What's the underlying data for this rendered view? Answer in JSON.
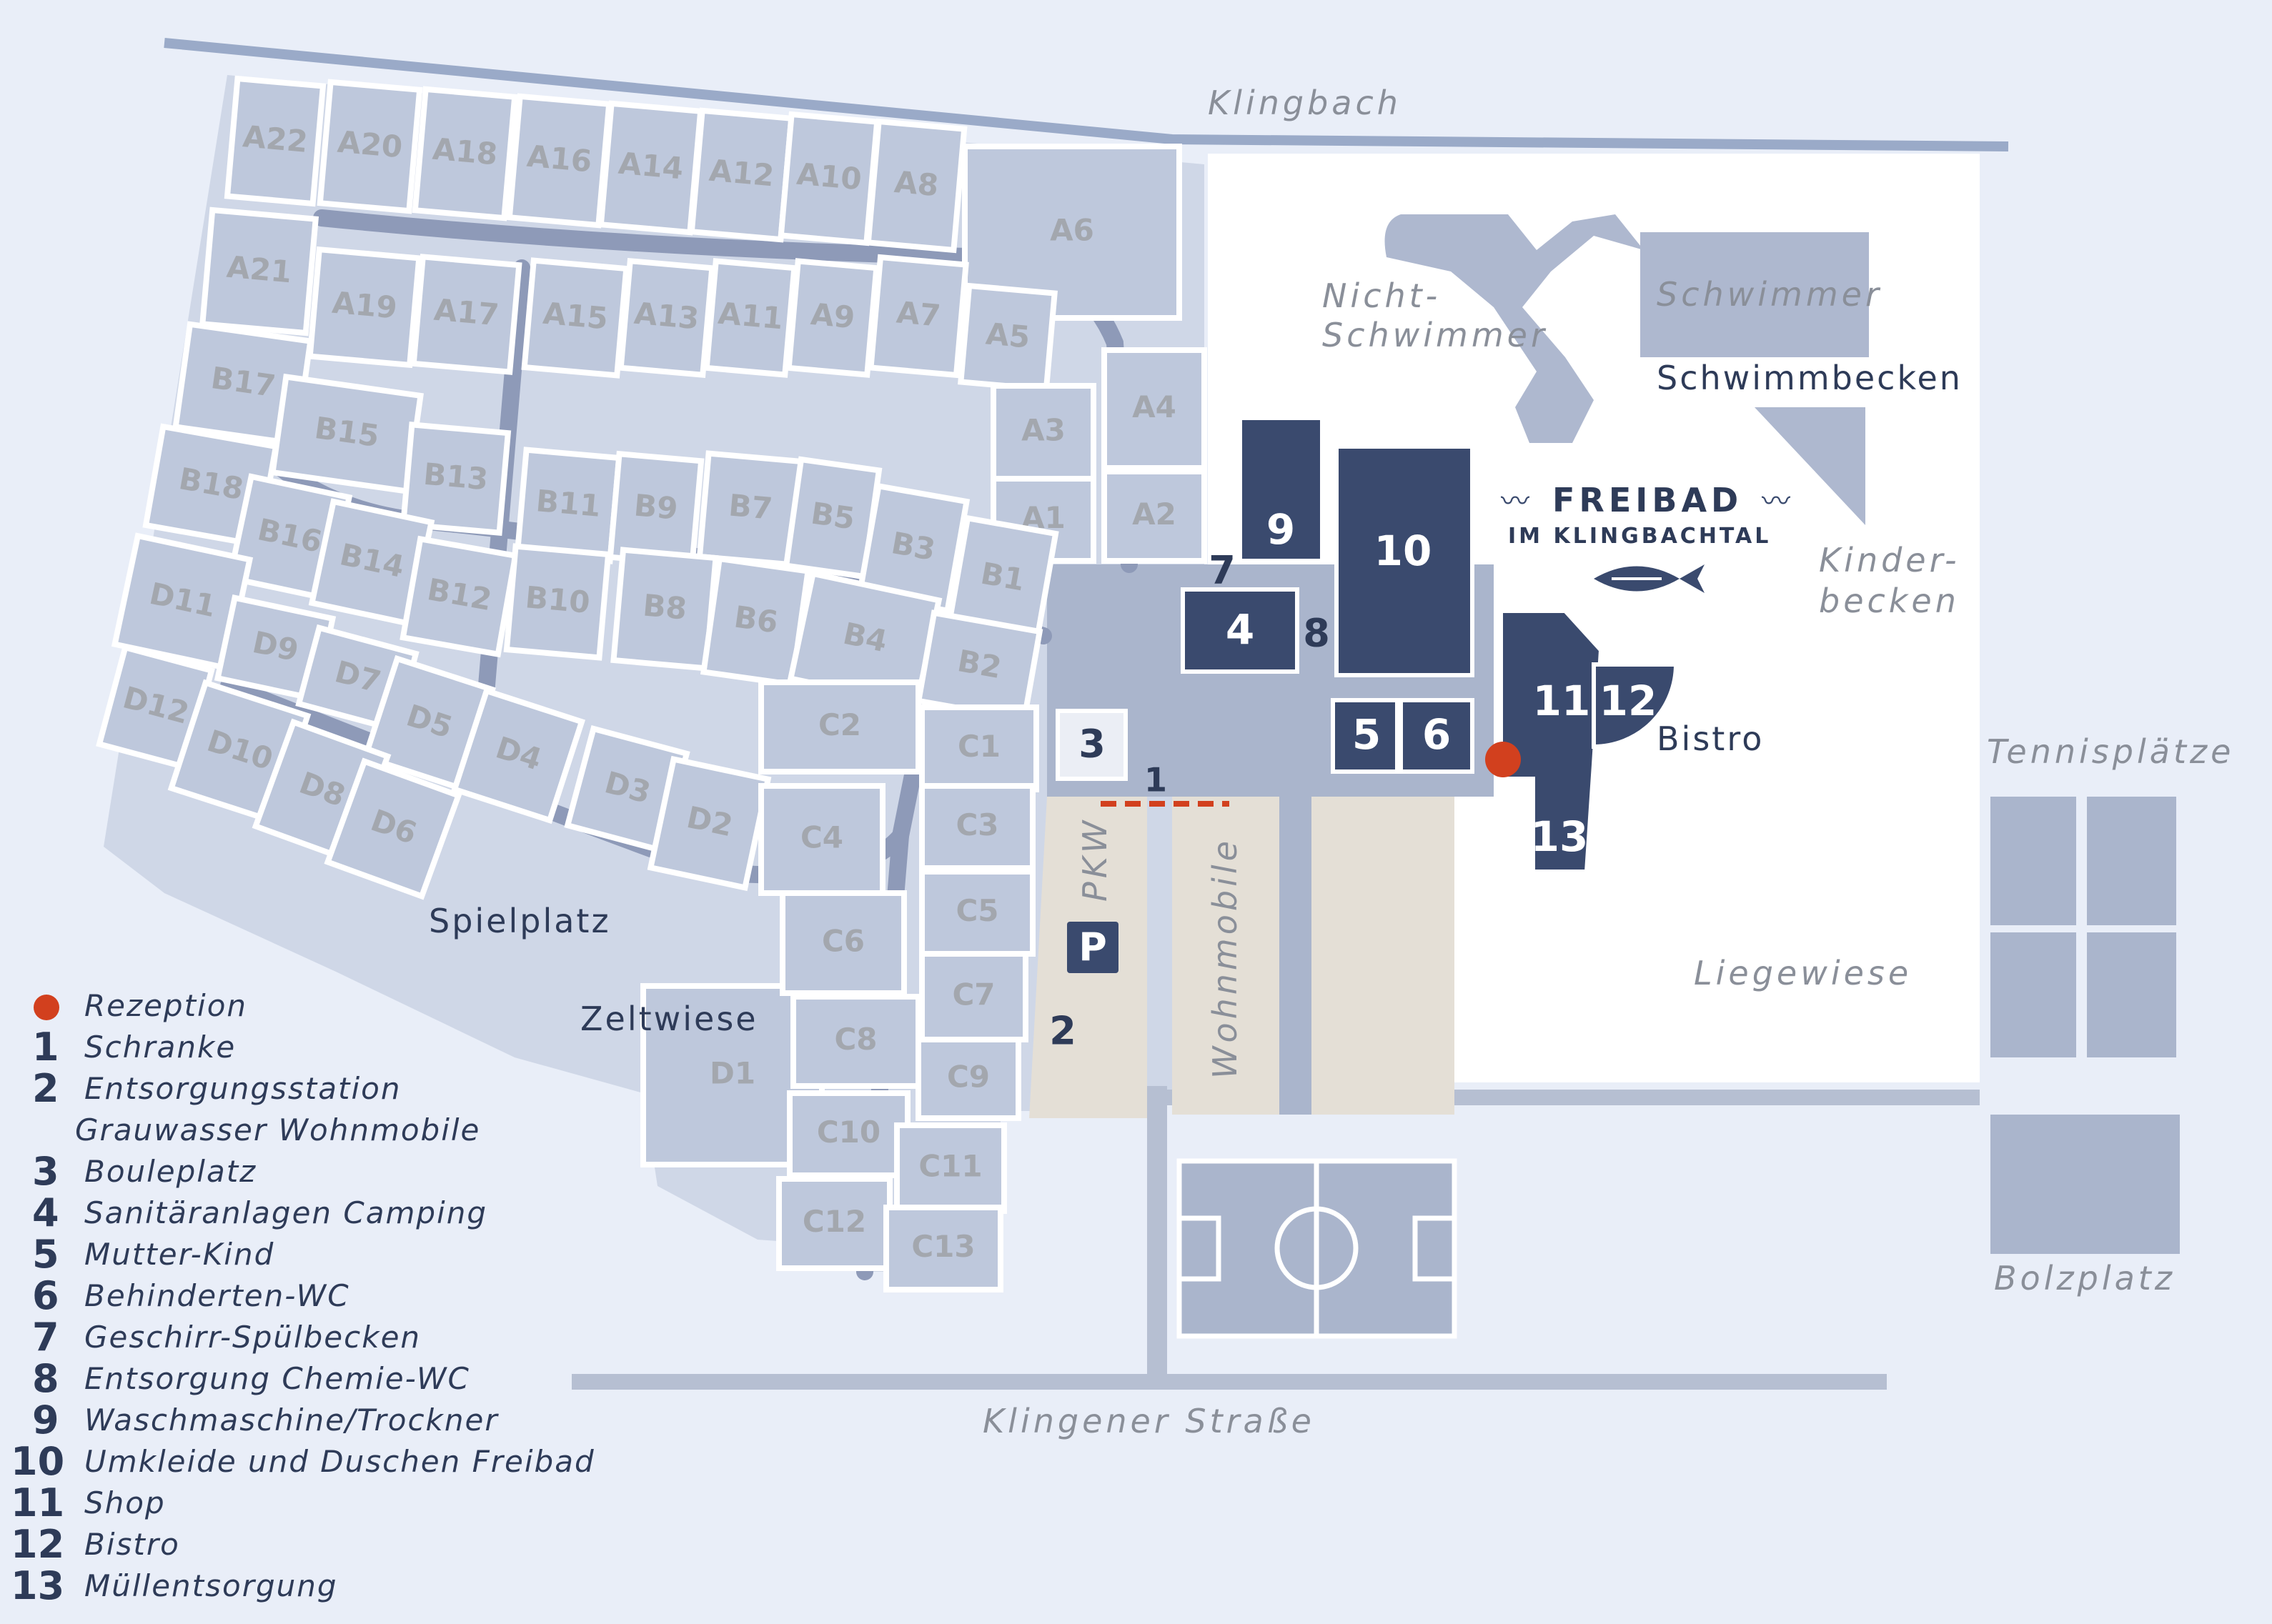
{
  "labels": {
    "river": "Klingbach",
    "road": "Klingener Straße",
    "pool_nonswimmer_1": "Nicht-",
    "pool_nonswimmer_2": "Schwimmer",
    "pool_swimmer": "Schwimmer",
    "pool_title": "Schwimmbecken",
    "kids_pool_1": "Kinder-",
    "kids_pool_2": "becken",
    "freibad_brand": "FREIBAD",
    "freibad_sub": "IM KLINGBACHTAL",
    "bistro": "Bistro",
    "tennis": "Tennisplätze",
    "football": "Bolzplatz",
    "lawn": "Liegewiese",
    "playground": "Spielplatz",
    "tent_meadow": "Zeltwiese",
    "car_parking": "PKW",
    "motorhomes": "Wohnmobile",
    "parking_sign": "P"
  },
  "plots": [
    "A22",
    "A20",
    "A18",
    "A16",
    "A14",
    "A12",
    "A10",
    "A8",
    "A6",
    "A21",
    "A19",
    "A17",
    "A15",
    "A13",
    "A11",
    "A9",
    "A7",
    "A5",
    "A4",
    "A3",
    "A2",
    "A1",
    "B17",
    "B15",
    "B13",
    "B11",
    "B9",
    "B7",
    "B5",
    "B3",
    "B1",
    "B18",
    "B16",
    "B14",
    "B12",
    "B10",
    "B8",
    "B6",
    "B4",
    "B2",
    "D11",
    "D9",
    "D7",
    "D5",
    "D4",
    "D3",
    "D2",
    "D12",
    "D10",
    "D8",
    "D6",
    "D1",
    "C2",
    "C1",
    "C4",
    "C3",
    "C5",
    "C6",
    "C7",
    "C8",
    "C9",
    "C10",
    "C11",
    "C12",
    "C13"
  ],
  "facilities": [
    "1",
    "2",
    "3",
    "4",
    "5",
    "6",
    "7",
    "8",
    "9",
    "10",
    "11",
    "12",
    "13"
  ],
  "legend": [
    {
      "key": "",
      "label": "Rezeption",
      "marker": "red-dot"
    },
    {
      "key": "1",
      "label": "Schranke"
    },
    {
      "key": "2",
      "label": "Entsorgungsstation"
    },
    {
      "key": "",
      "label": "Grauwasser Wohnmobile"
    },
    {
      "key": "3",
      "label": "Bouleplatz"
    },
    {
      "key": "4",
      "label": "Sanitäranlagen Camping"
    },
    {
      "key": "5",
      "label": "Mutter-Kind"
    },
    {
      "key": "6",
      "label": "Behinderten-WC"
    },
    {
      "key": "7",
      "label": "Geschirr-Spülbecken"
    },
    {
      "key": "8",
      "label": "Entsorgung Chemie-WC"
    },
    {
      "key": "9",
      "label": "Waschmaschine/Trockner"
    },
    {
      "key": "10",
      "label": "Umkleide und Duschen Freibad"
    },
    {
      "key": "11",
      "label": "Shop"
    },
    {
      "key": "12",
      "label": "Bistro"
    },
    {
      "key": "13",
      "label": "Müllentsorgung"
    }
  ],
  "colors": {
    "background": "#e9eef8",
    "plot": "#bec8dc",
    "path": "#8e9ab8",
    "facility": "#3a4a6e",
    "water": "#9aaac8",
    "reception": "#d2401e",
    "parking": "#e4dfd6"
  }
}
